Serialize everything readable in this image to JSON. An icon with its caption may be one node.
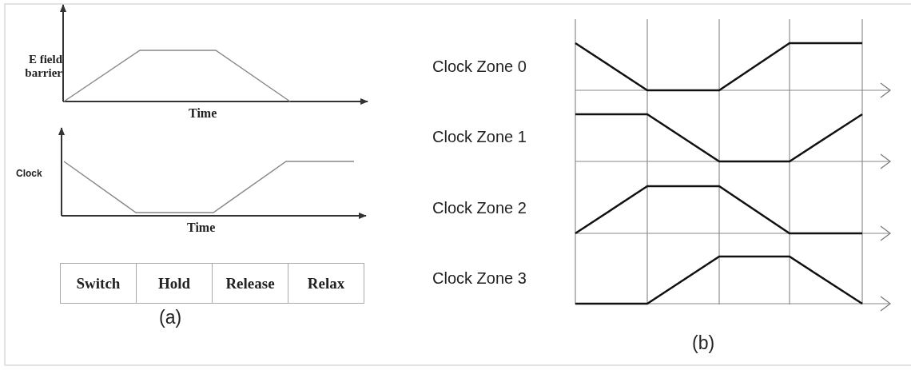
{
  "diagram": {
    "labels": [
      "E field barrier",
      "Time",
      "Clock",
      "Time",
      "Switch",
      "Hold",
      "Release",
      "Relax",
      "(a)",
      "Clock Zone 0",
      "Clock Zone 1",
      "Clock Zone 2",
      "Clock Zone 3",
      "(b)"
    ]
  }
}
